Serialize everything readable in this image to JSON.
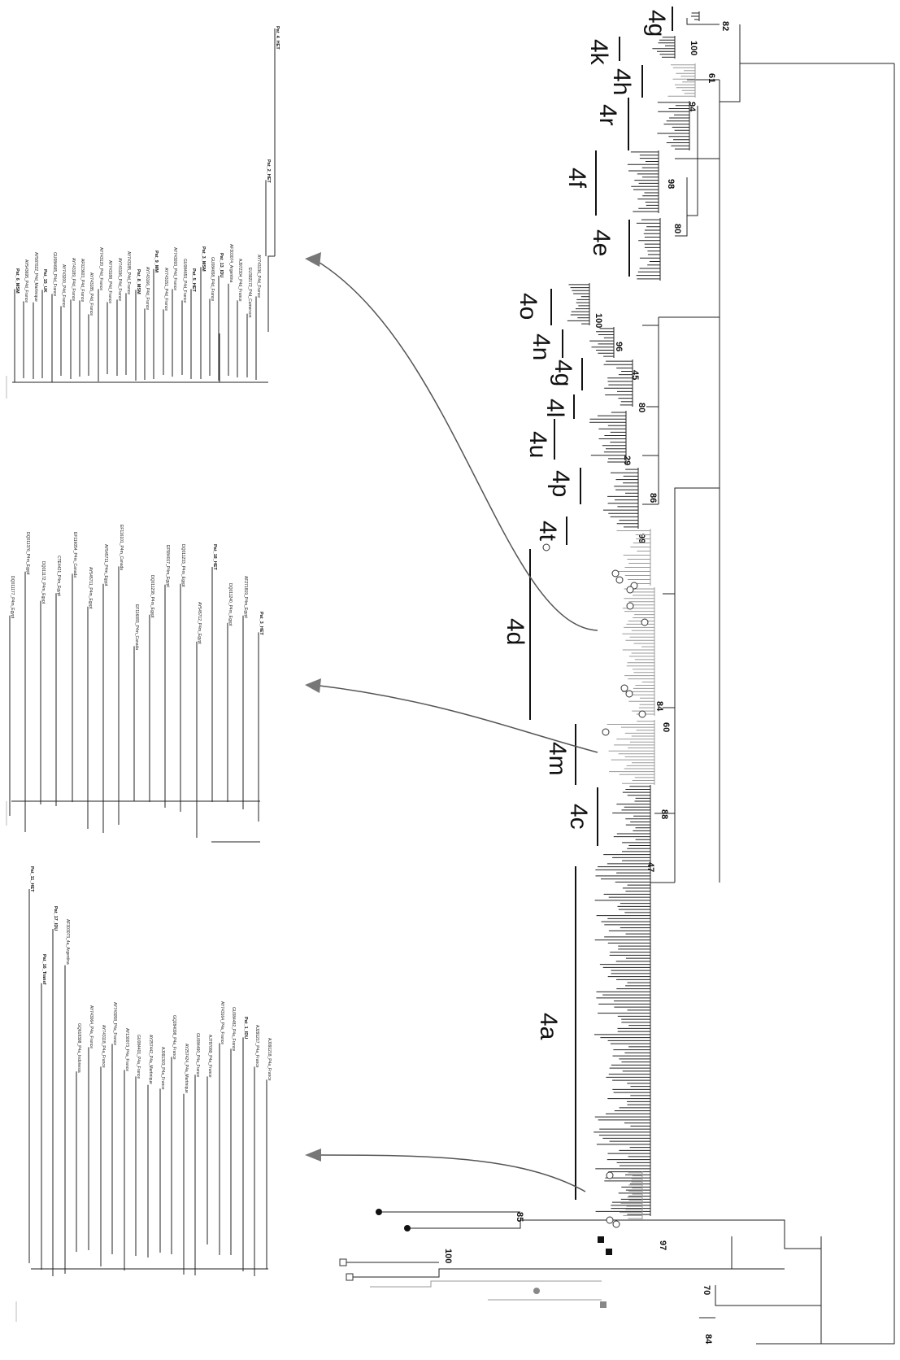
{
  "figure": {
    "subtype_labels": [
      "4g",
      "4k",
      "4h",
      "4r",
      "4f",
      "4e",
      "4o",
      "4n",
      "4g",
      "4l",
      "4u",
      "4p",
      "4t",
      "4d",
      "4m",
      "4c",
      "4a"
    ],
    "bootstrap_values": [
      "82",
      "100",
      "61",
      "94",
      "98",
      "80",
      "100",
      "96",
      "45",
      "80",
      "29",
      "86",
      "99",
      "84",
      "60",
      "88",
      "47",
      "85",
      "100",
      "97",
      "70",
      "84"
    ],
    "inset_top_leaves": [
      "Pat_6_MSM",
      "AY543695_P4d_France",
      "AY587022_P4d_Martinique",
      "Pat_15_UK",
      "GU084665_P4d_France",
      "AY743200_P4d_France",
      "AY743189_P4d_France",
      "AF023603_P4d_France",
      "AY743185_P4d_France",
      "AY743120_P4d_France",
      "AY743188_P4d_France",
      "AY743196_P4d_France",
      "AY743185_P4d_France",
      "Pat_8_MSM",
      "AY743166_P4d_France",
      "Pat_9_MM",
      "AY743151_P4d_France",
      "AY743093_P4d_France",
      "GU084653_P4d_France",
      "Pat_5_HET",
      "Pat_3_MSM",
      "GU084658_P4d_France",
      "Pat_13_IDU",
      "AF303074_Argentina",
      "AJ972304_P4d_France",
      "EU392172_P4d_Cameroon",
      "AY743136_P4d_France",
      "Pat_2_HET",
      "Pat_4_HET"
    ],
    "inset_mid_leaves": [
      "DQ011177_P4m_Egypt",
      "DQ011376_P4m_Egypt",
      "DQ011172_P4m_Egypt",
      "CTE4421_P4m_Egypt",
      "EF116054_P4m_Canada",
      "AY545711_P4m_Egypt",
      "AY545711_P4m_Egypt",
      "EF116101_P4m_Canada",
      "EF116083_P4m_Canada",
      "DQ011238_P4m_Egypt",
      "EF584017_P4m_Egypt",
      "DQ011233_P4m_Egypt",
      "AY545712_P4m_Egypt",
      "Pat_18_HET",
      "DQ011240_P4m_Egypt",
      "AF271819_P4m_Egypt",
      "Pat_3_HET"
    ],
    "inset_bottom_leaves": [
      "Pat_11_HET",
      "Pat_16_Transf",
      "Pat_17_IDU",
      "AF303073_4a_Argentina",
      "GQ618398_P4a_Indonesia",
      "AY743064_P4a_France",
      "AY743118_P4a_France",
      "AY743058_P4a_France",
      "AY130073_P4a_France",
      "GU084401_P4a_France",
      "AY257442_P4a_Martinique",
      "AJ091303_P4a_France",
      "GQ284098_P4a_France",
      "AY257424_P4a_Martinique",
      "GU084490_P4a_France",
      "AJ787089_P4a_France",
      "AY743164_P4a_France",
      "GU084482_P4a_France",
      "Pat_1_IDU",
      "AJ291217_P4a_France",
      "AJ091218_P4a_France"
    ]
  }
}
